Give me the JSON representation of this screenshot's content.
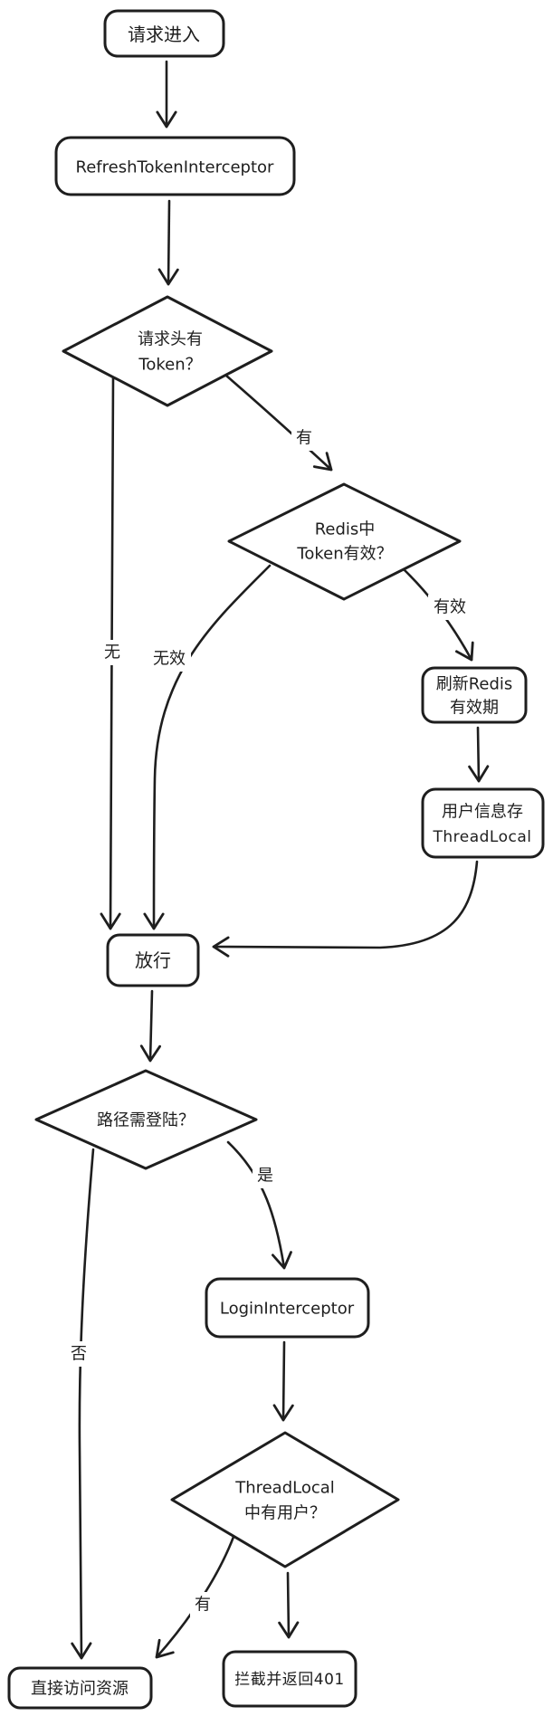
{
  "diagram": {
    "background": "#ffffff",
    "stroke_color": "#1e1e1e",
    "nodes": {
      "start": {
        "type": "rounded-rect",
        "label": "请求进入"
      },
      "refresh_token_interceptor": {
        "type": "rounded-rect",
        "label": "RefreshTokenInterceptor"
      },
      "has_token": {
        "type": "diamond",
        "line1": "请求头有",
        "line2": "Token？"
      },
      "redis_token_valid": {
        "type": "diamond",
        "line1": "Redis中",
        "line2": "Token有效？"
      },
      "refresh_redis_ttl": {
        "type": "rounded-rect",
        "line1": "刷新Redis",
        "line2": "有效期"
      },
      "save_user_threadlocal": {
        "type": "rounded-rect",
        "line1": "用户信息存",
        "line2": "ThreadLocal"
      },
      "release": {
        "type": "rounded-rect",
        "label": "放行"
      },
      "path_need_login": {
        "type": "diamond",
        "label": "路径需登陆？"
      },
      "login_interceptor": {
        "type": "rounded-rect",
        "label": "LoginInterceptor"
      },
      "threadlocal_has_user": {
        "type": "diamond",
        "line1": "ThreadLocal",
        "line2": "中有用户？"
      },
      "access_resource": {
        "type": "rounded-rect",
        "label": "直接访问资源"
      },
      "return_401": {
        "type": "rounded-rect",
        "label": "拦截并返回401"
      }
    },
    "edge_labels": {
      "has_token_yes": "有",
      "has_token_no": "无",
      "token_valid": "有效",
      "token_invalid": "无效",
      "need_login_yes": "是",
      "need_login_no": "否",
      "threadlocal_yes": "有"
    }
  }
}
